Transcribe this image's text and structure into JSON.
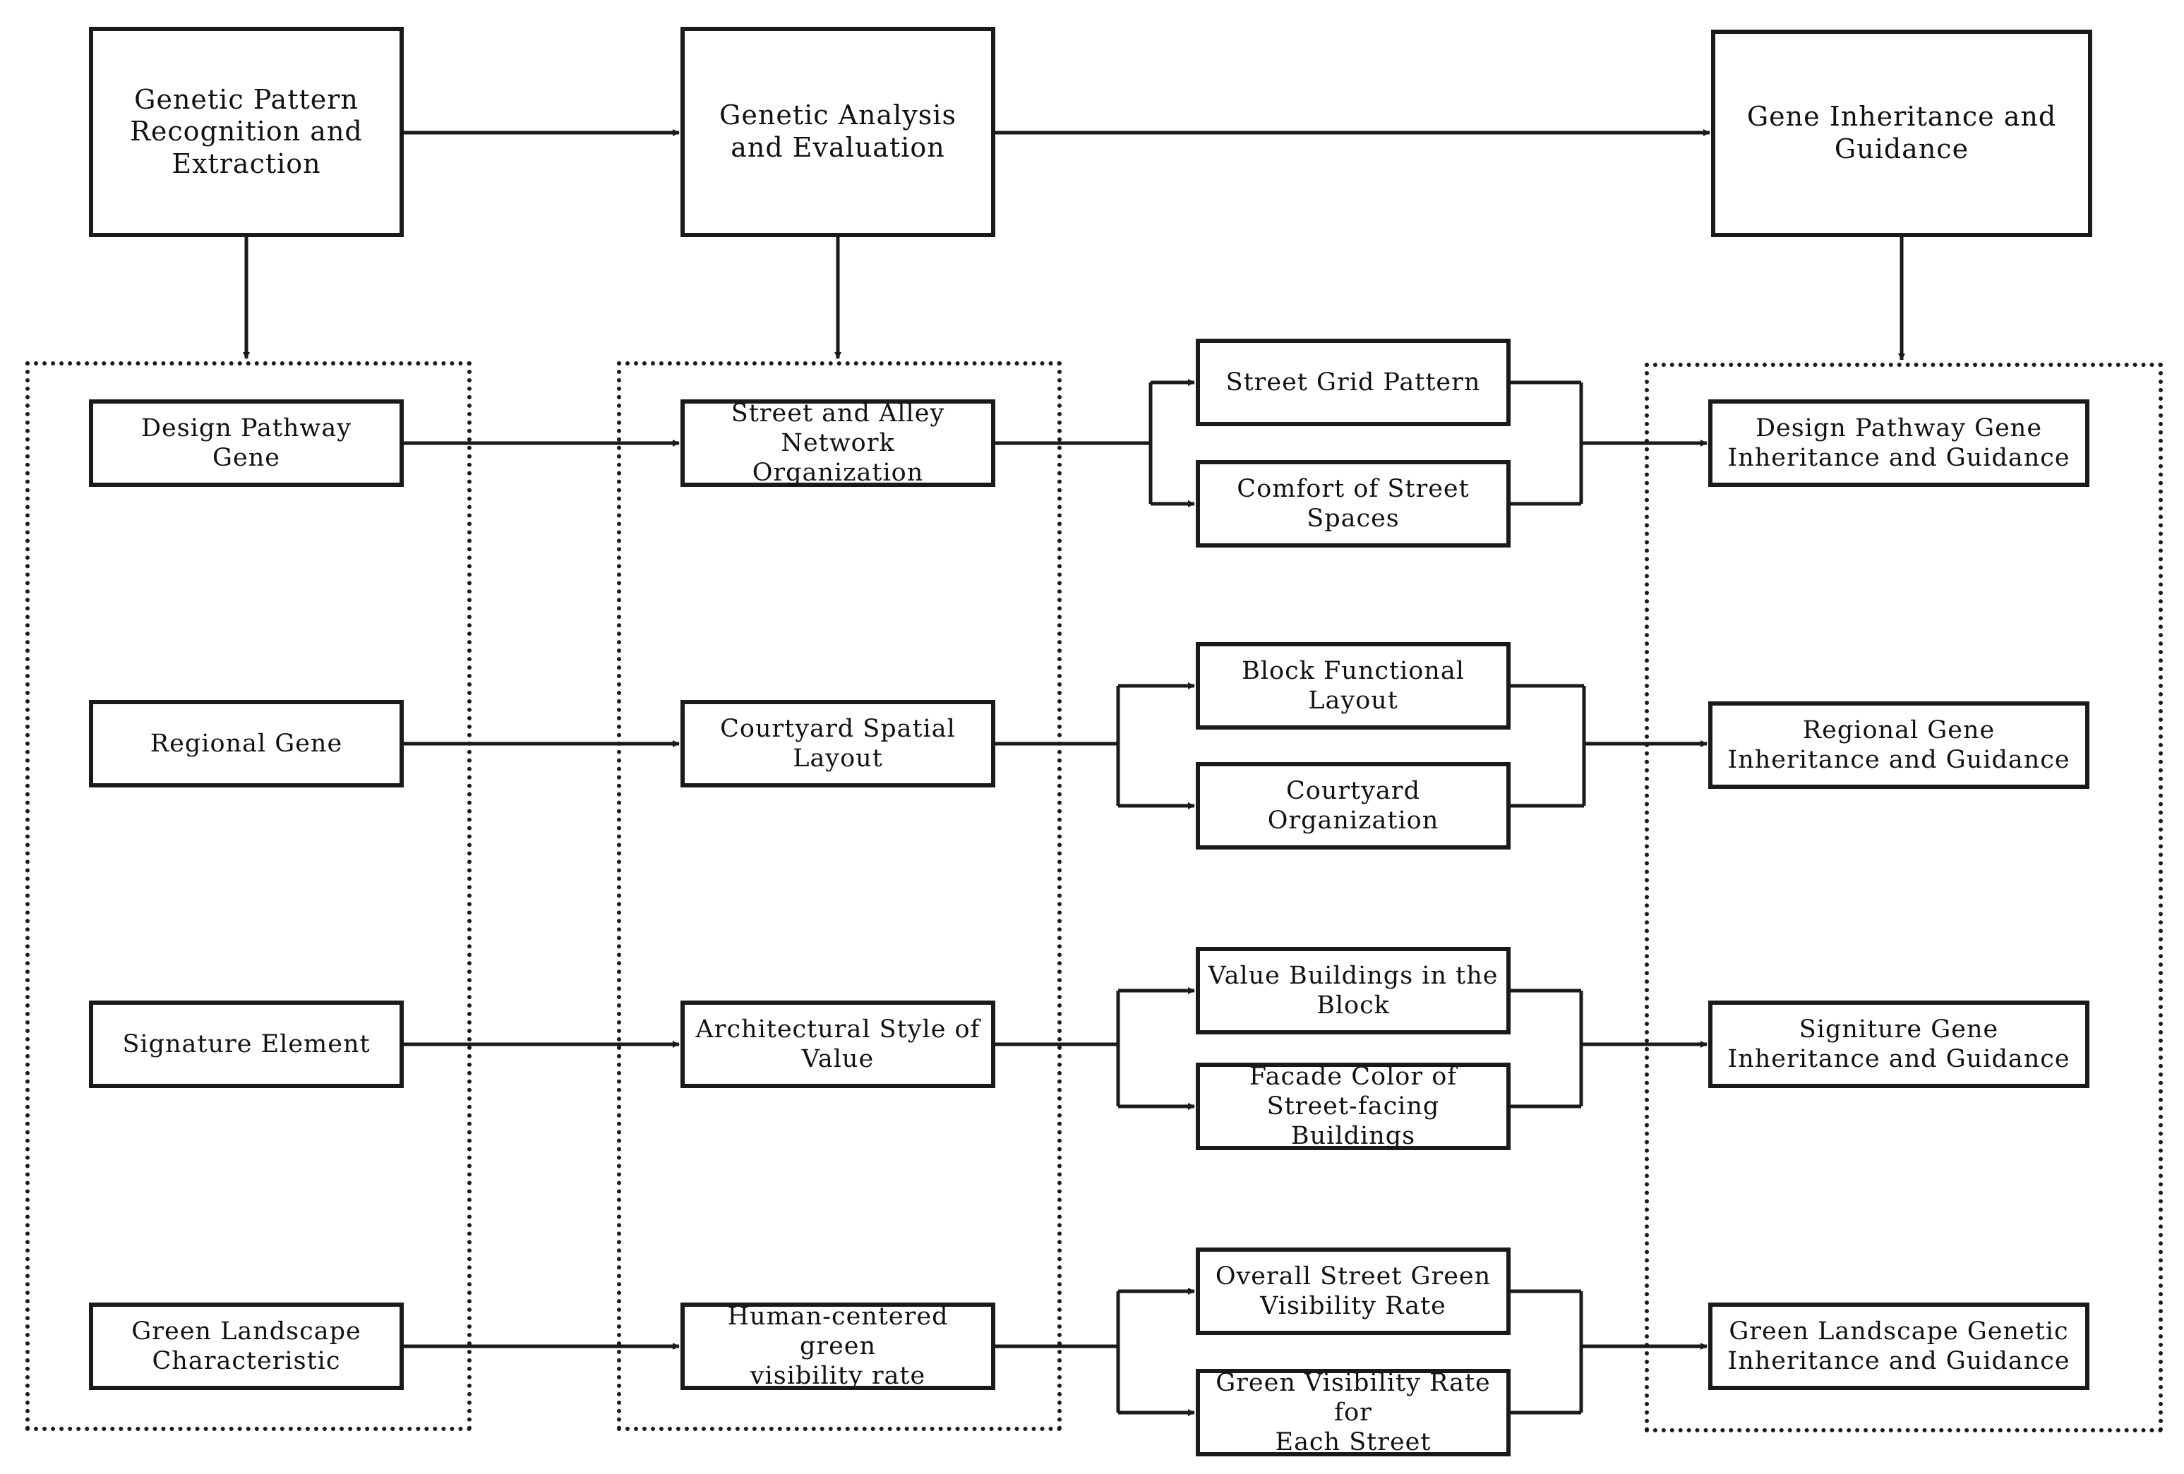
{
  "top_boxes": {
    "extraction": "Genetic Pattern\nRecognition and\nExtraction",
    "evaluation": "Genetic Analysis\nand Evaluation",
    "guidance": "Gene Inheritance and\nGuidance"
  },
  "genes": {
    "design_pathway": "Design Pathway\nGene",
    "regional": "Regional Gene",
    "signature": "Signature Element",
    "green_landscape": "Green Landscape\nCharacteristic"
  },
  "evaluation_items": {
    "street_alley": "Street and Alley Network\nOrganization",
    "courtyard_spatial": "Courtyard Spatial\nLayout",
    "architectural_style": "Architectural Style of\nValue",
    "green_visibility": "Human-centered green\nvisibility rate"
  },
  "indicators": {
    "street_grid": "Street Grid Pattern",
    "comfort_street": "Comfort of Street Spaces",
    "block_functional": "Block Functional Layout",
    "courtyard_org": "Courtyard Organization",
    "value_buildings": "Value Buildings in the\nBlock",
    "facade_color": "Facade Color of\nStreet-facing Buildings",
    "overall_green": "Overall Street Green\nVisibility Rate",
    "green_each_street": "Green Visibility Rate for\nEach Street"
  },
  "guidance_items": {
    "design_pathway": "Design Pathway Gene\nInheritance and Guidance",
    "regional": "Regional Gene\nInheritance and Guidance",
    "signiture": "Signiture Gene\nInheritance and Guidance",
    "green_landscape": "Green Landscape Genetic\nInheritance and Guidance"
  }
}
